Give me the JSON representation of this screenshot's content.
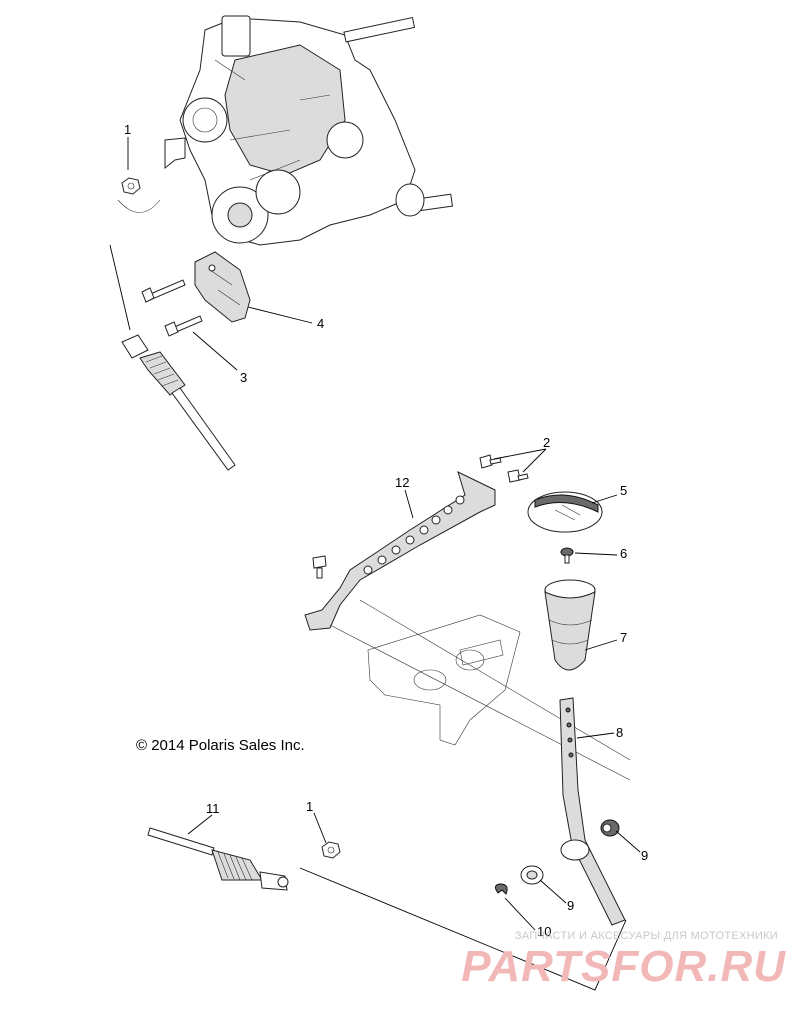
{
  "copyright": "© 2014 Polaris Sales Inc.",
  "watermark": {
    "tagline": "ЗАПЧАСТИ И АКСЕСУАРЫ ДЛЯ МОТОТЕХНИКИ",
    "brand": "PARTSFOR.RU",
    "color": "#f2b8b8"
  },
  "callouts": [
    "1",
    "4",
    "3",
    "2",
    "12",
    "5",
    "6",
    "7",
    "8",
    "11",
    "1",
    "9",
    "9",
    "10"
  ]
}
